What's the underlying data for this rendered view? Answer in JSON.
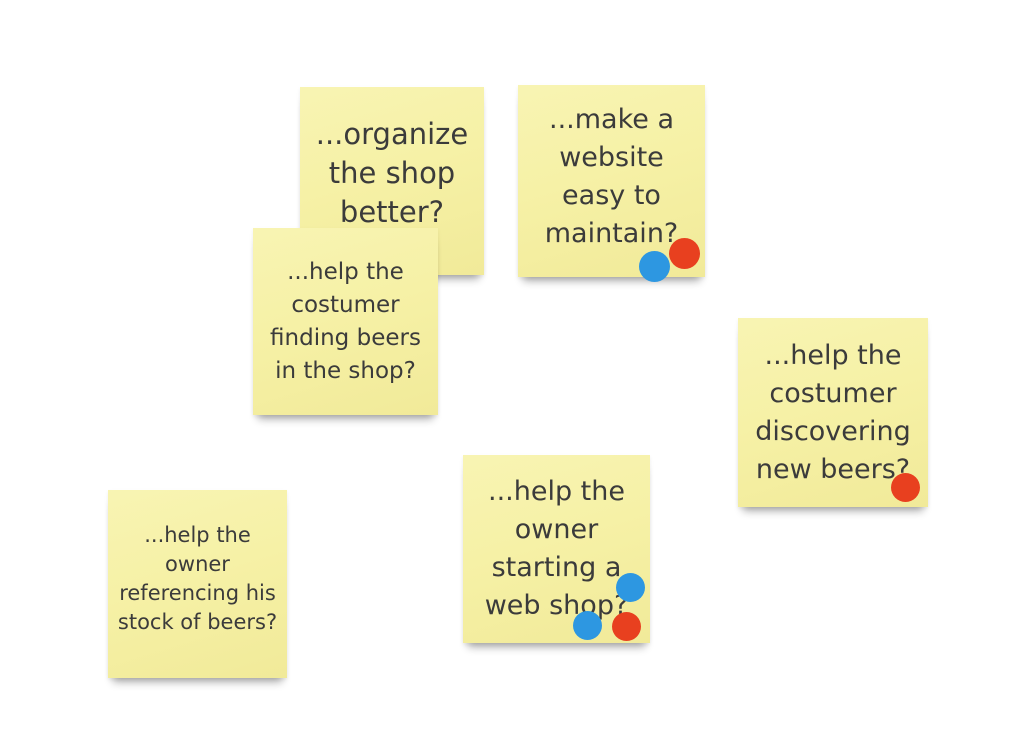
{
  "board": {
    "background": "#ffffff",
    "colors": {
      "note_fill": "#f6f1a6",
      "note_text": "#3b3b3b",
      "dot_blue": "#2d97e1",
      "dot_red": "#e8401f"
    },
    "notes": [
      {
        "name": "organize-shop",
        "text": "...organize the shop better?",
        "lines": [
          "...organize",
          "the shop",
          "better?"
        ],
        "votes": []
      },
      {
        "name": "finding-beers",
        "text": "...help the costumer finding beers in the shop?",
        "lines": [
          "...help the",
          "costumer",
          "finding beers",
          "in the shop?"
        ],
        "votes": []
      },
      {
        "name": "website-easy-to-maintain",
        "text": "...make a website easy to maintain?",
        "lines": [
          "...make a",
          "website",
          "easy to",
          "maintain?"
        ],
        "votes": [
          "blue",
          "red"
        ]
      },
      {
        "name": "discovering-new-beers",
        "text": "...help the costumer discovering new beers?",
        "lines": [
          "...help the",
          "costumer",
          "discovering",
          "new beers?"
        ],
        "votes": [
          "red"
        ]
      },
      {
        "name": "starting-web-shop",
        "text": "...help the owner starting a web shop?",
        "lines": [
          "...help the",
          "owner",
          "starting a",
          "web shop?"
        ],
        "votes": [
          "blue",
          "blue",
          "red"
        ]
      },
      {
        "name": "stock-of-beers",
        "text": "...help the owner referencing his stock of beers?",
        "lines": [
          "...help the",
          "owner",
          "referencing his",
          "stock of beers?"
        ],
        "votes": []
      }
    ]
  }
}
